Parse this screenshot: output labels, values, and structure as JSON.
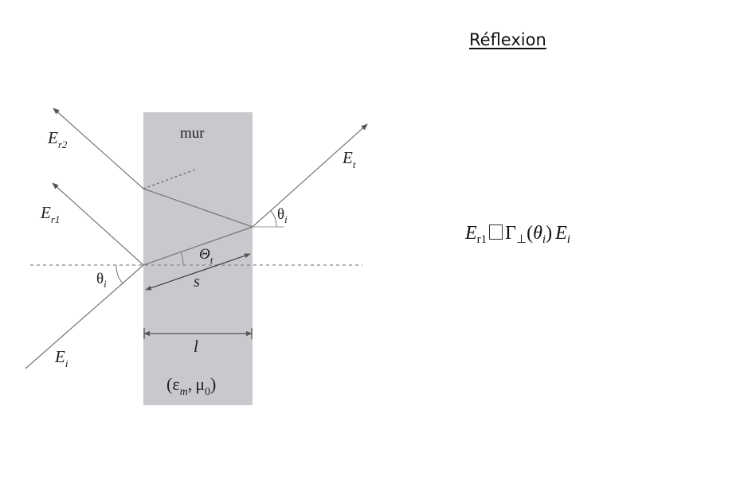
{
  "title": "Réflexion",
  "diagram": {
    "wall_label": "mur",
    "labels": {
      "E": "E",
      "r2": "r2",
      "r1": "r1",
      "t": "t",
      "i": "i",
      "theta": "θ",
      "Theta": "Θ",
      "s": "s",
      "l": "l"
    },
    "medium": {
      "open": "(",
      "eps": "ε",
      "m": "m",
      "comma": ",",
      "mu": "μ",
      "zero": "0",
      "close": ")"
    },
    "colors": {
      "wall": "#c8c9cc",
      "rays": "#666666",
      "dashed": "#888888"
    }
  },
  "formula": {
    "E": "E",
    "r1": "r1",
    "gamma": "Γ",
    "perp": "⊥",
    "lparen": "(",
    "theta": "θ",
    "i": "i",
    "rparen": ")",
    "E2": "E",
    "i2": "i"
  }
}
